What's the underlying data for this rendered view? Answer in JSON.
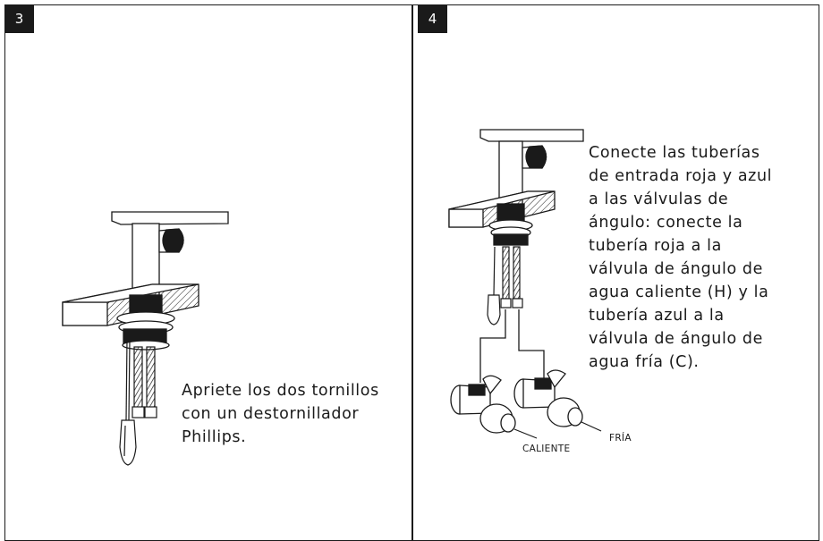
{
  "steps": [
    {
      "number": "3",
      "instruction_lines": [
        "Apriete los dos tornillos",
        "con un destornillador",
        "Phillips."
      ]
    },
    {
      "number": "4",
      "instruction_lines": [
        "Conecte las tuberías",
        "de entrada roja y azul",
        "a las válvulas de",
        "ángulo: conecte la",
        "tubería roja a la",
        "válvula de ángulo de",
        "agua caliente (H) y la",
        "tubería azul a la",
        "válvula de ángulo de",
        "agua fría (C)."
      ],
      "valve_labels": {
        "hot": "CALIENTE",
        "cold": "FRÍA"
      }
    }
  ]
}
